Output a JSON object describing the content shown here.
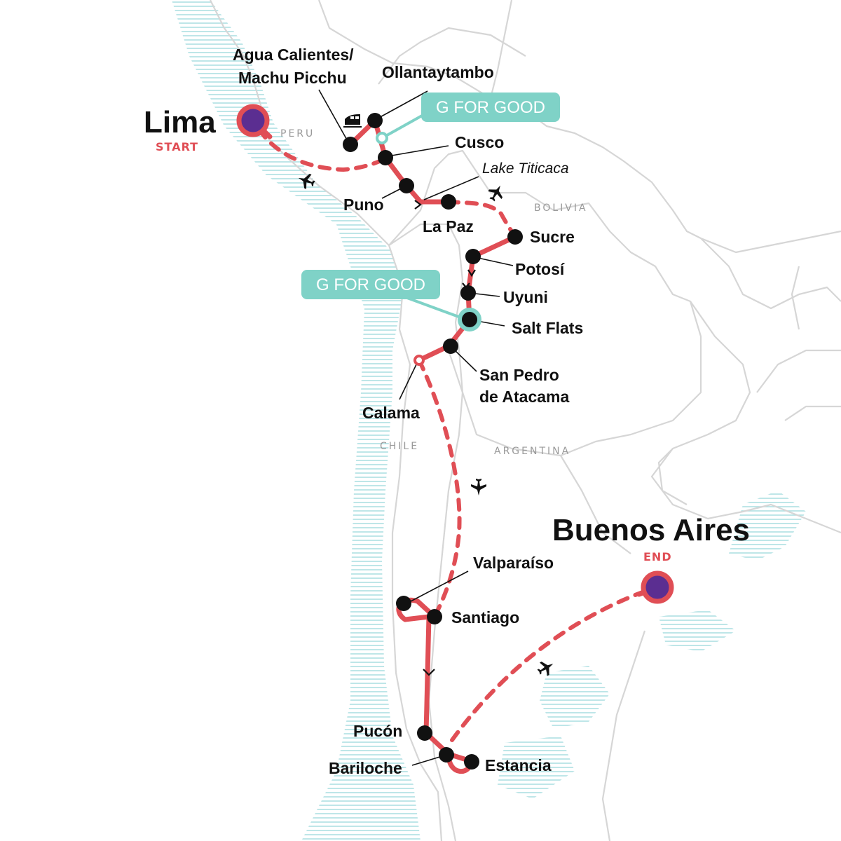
{
  "colors": {
    "route": "#e04e55",
    "stop": "#111111",
    "endpoint_fill": "#5b2e91",
    "g_for_good": "#7fd2c7",
    "border": "#d6d6d6",
    "water_lines": "#a9dde0"
  },
  "start": {
    "name": "Lima",
    "tag": "START"
  },
  "end": {
    "name": "Buenos Aires",
    "tag": "END"
  },
  "countries": [
    "PERU",
    "BOLIVIA",
    "CHILE",
    "ARGENTINA"
  ],
  "badges": [
    "G FOR GOOD",
    "G FOR GOOD"
  ],
  "stops": [
    "Agua Calientes/",
    "Machu Picchu",
    "Ollantaytambo",
    "Cusco",
    "Lake Titicaca",
    "Puno",
    "La Paz",
    "Sucre",
    "Potosí",
    "Uyuni",
    "Salt Flats",
    "San Pedro",
    "de Atacama",
    "Calama",
    "Valparaíso",
    "Santiago",
    "Pucón",
    "Bariloche",
    "Estancia"
  ],
  "icons": [
    "plane-icon",
    "train-icon",
    "direction-chevron-icon"
  ]
}
